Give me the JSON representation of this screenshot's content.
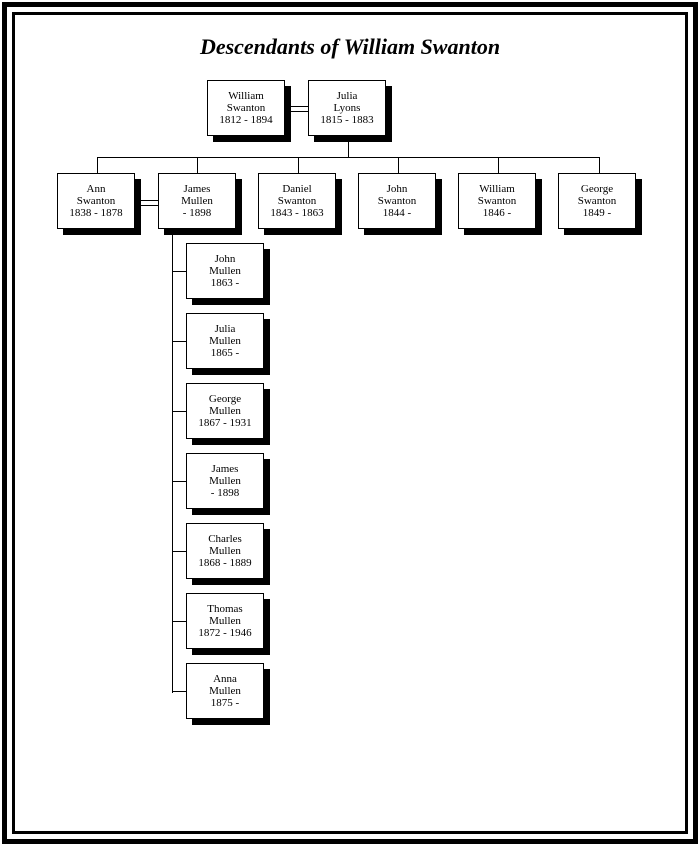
{
  "title": "Descendants of William Swanton",
  "people": {
    "william_sr": {
      "first": "William",
      "last": "Swanton",
      "dates": "1812 - 1894"
    },
    "julia_lyons": {
      "first": "Julia",
      "last": "Lyons",
      "dates": "1815 - 1883"
    },
    "ann": {
      "first": "Ann",
      "last": "Swanton",
      "dates": "1838 - 1878"
    },
    "james_sr": {
      "first": "James",
      "last": "Mullen",
      "dates": "- 1898"
    },
    "daniel": {
      "first": "Daniel",
      "last": "Swanton",
      "dates": "1843 - 1863"
    },
    "john_s": {
      "first": "John",
      "last": "Swanton",
      "dates": "1844 -"
    },
    "william_jr": {
      "first": "William",
      "last": "Swanton",
      "dates": "1846 -"
    },
    "george_s": {
      "first": "George",
      "last": "Swanton",
      "dates": "1849 -"
    },
    "john_m": {
      "first": "John",
      "last": "Mullen",
      "dates": "1863 -"
    },
    "julia_m": {
      "first": "Julia",
      "last": "Mullen",
      "dates": "1865 -"
    },
    "george_m": {
      "first": "George",
      "last": "Mullen",
      "dates": "1867 - 1931"
    },
    "james_m": {
      "first": "James",
      "last": "Mullen",
      "dates": "- 1898"
    },
    "charles_m": {
      "first": "Charles",
      "last": "Mullen",
      "dates": "1868 - 1889"
    },
    "thomas_m": {
      "first": "Thomas",
      "last": "Mullen",
      "dates": "1872 - 1946"
    },
    "anna_m": {
      "first": "Anna",
      "last": "Mullen",
      "dates": "1875 -"
    }
  }
}
